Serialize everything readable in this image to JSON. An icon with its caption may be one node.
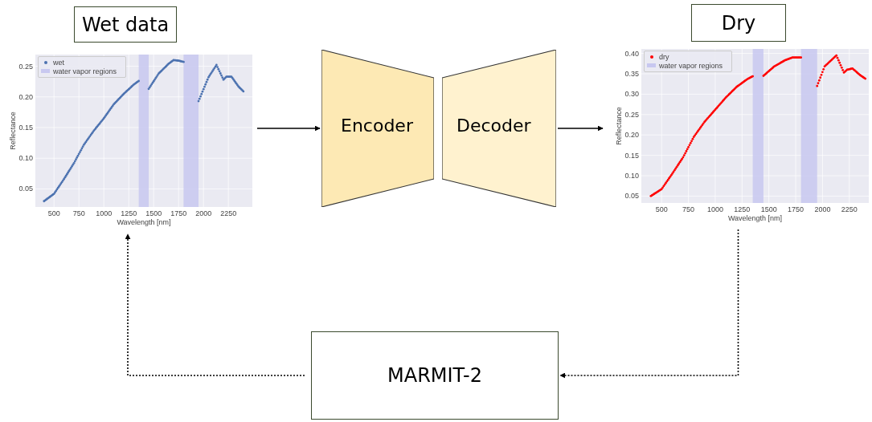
{
  "diagram": {
    "nodes": [
      {
        "text": [
          "Wet data"
        ]
      },
      {
        "text": [],
        "shape": "picture",
        "beside": [
          "0.25",
          "0.20",
          "0.15",
          "0.10",
          "0.05",
          "Reflectance",
          "500",
          "750",
          "1000",
          "1250",
          "1500",
          "1750",
          "2000",
          "2250",
          "Wavelength [nm]"
        ]
      },
      {
        "text": [
          "Encoder"
        ]
      },
      {
        "text": [
          "Decoder"
        ]
      },
      {
        "text": [
          "Dry"
        ]
      },
      {
        "text": [],
        "shape": "picture",
        "beside": [
          "0.40",
          "0.35",
          "0.30",
          "0.25",
          "0.20",
          "0.15",
          "0.10",
          "0.05",
          "Reflectance",
          "500",
          "750",
          "1000",
          "1250",
          "1500",
          "1750",
          "2000",
          "2250",
          "Wavelength [nm]"
        ]
      },
      {
        "text": [
          "MARMIT-2"
        ]
      }
    ],
    "edges": [
      {
        "from": 1,
        "to": 2,
        "arrow": "to"
      },
      {
        "from": 3,
        "to": 5,
        "arrow": "to"
      },
      {
        "from": 5,
        "to": 6,
        "arrow": "to",
        "style": "dashed"
      },
      {
        "from": 6,
        "to": 1,
        "arrow": "to",
        "style": "dashed"
      }
    ],
    "legend": [
      {
        "text": "wet"
      },
      {
        "text": "water vapor regions",
        "color": "#c8c8f0"
      },
      {
        "text": "dry"
      },
      {
        "text": "water vapor regions",
        "color": "#c8c8f0"
      }
    ]
  }
}
